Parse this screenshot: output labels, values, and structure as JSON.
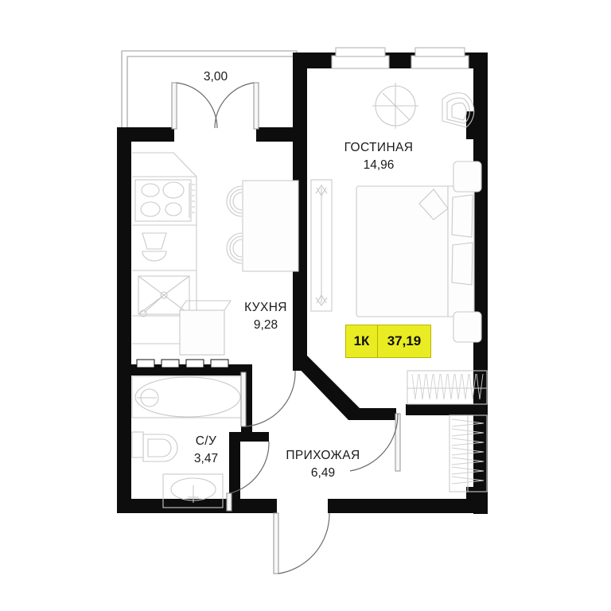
{
  "plan": {
    "type": "apartment-floor-plan",
    "language": "ru",
    "balcony_dimension": "3,00",
    "summary": {
      "rooms_label": "1К",
      "total_area": "37,19",
      "badge_color": "#e9ec22",
      "badge_border_color": "#b9b400"
    },
    "rooms": [
      {
        "id": "living",
        "name": "ГОСТИНАЯ",
        "area": "14,96"
      },
      {
        "id": "kitchen",
        "name": "КУХНЯ",
        "area": "9,28"
      },
      {
        "id": "bath",
        "name": "С/У",
        "area": "3,47"
      },
      {
        "id": "hall",
        "name": "ПРИХОЖАЯ",
        "area": "6,49"
      }
    ],
    "colors": {
      "wall": "#0d0d0d",
      "furniture_stroke": "#c9c9c9",
      "door_stroke": "#6b6b6b",
      "background": "#ffffff",
      "text": "#1a1a1a"
    },
    "fixtures": [
      "stove-icon",
      "sink-icon",
      "dishwasher-icon",
      "fridge-icon",
      "dining-table-icon",
      "dining-chair-icon",
      "bed-icon",
      "pillow-icon",
      "nightstand-icon",
      "round-table-icon",
      "armchair-icon",
      "radiator-icon",
      "bathtub-icon",
      "toilet-icon",
      "washbasin-icon",
      "wardrobe-icon",
      "entrance-door-icon",
      "balcony-door-icon",
      "window-icon"
    ]
  }
}
